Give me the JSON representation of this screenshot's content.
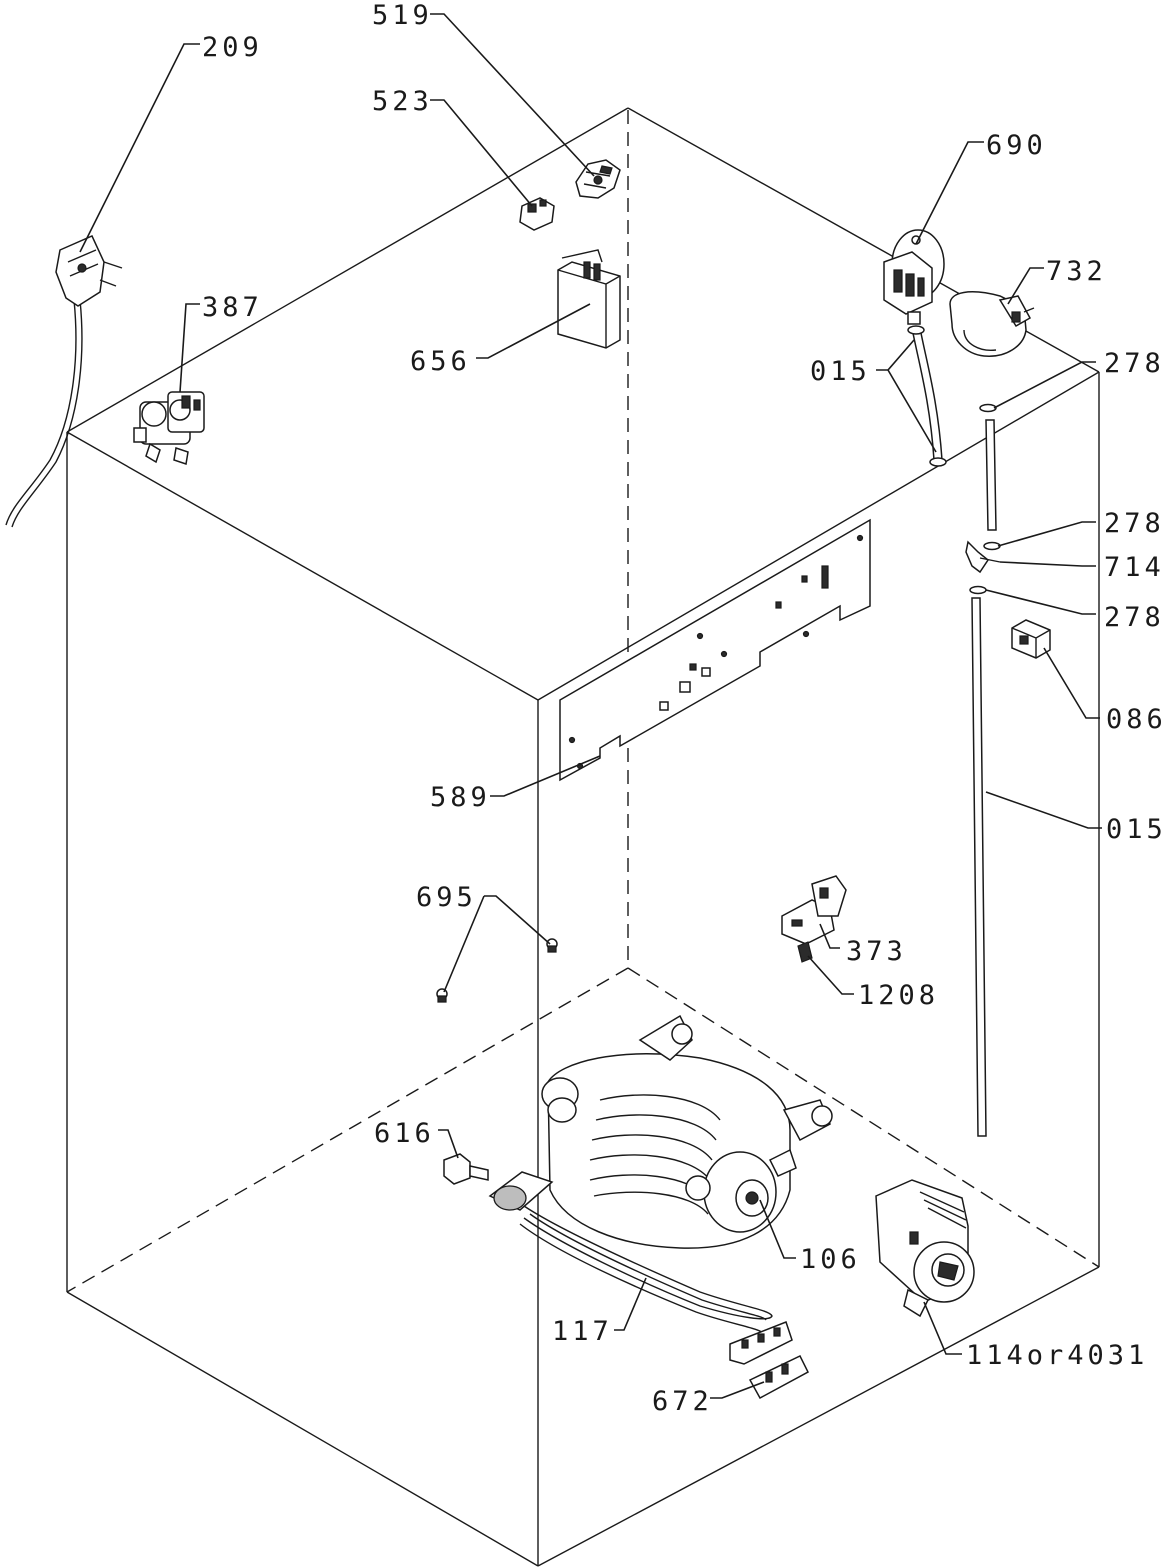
{
  "labels": {
    "p209": "209",
    "p519": "519",
    "p523": "523",
    "p690": "690",
    "p732": "732",
    "p387": "387",
    "p656": "656",
    "p015_top": "015",
    "p278_a": "278",
    "p278_b": "278",
    "p714": "714",
    "p278_c": "278",
    "p086": "086",
    "p589": "589",
    "p015_right": "015",
    "p695": "695",
    "p373": "373",
    "p1208": "1208",
    "p616": "616",
    "p106": "106",
    "p117": "117",
    "p114or4031": "114or4031",
    "p672": "672"
  }
}
